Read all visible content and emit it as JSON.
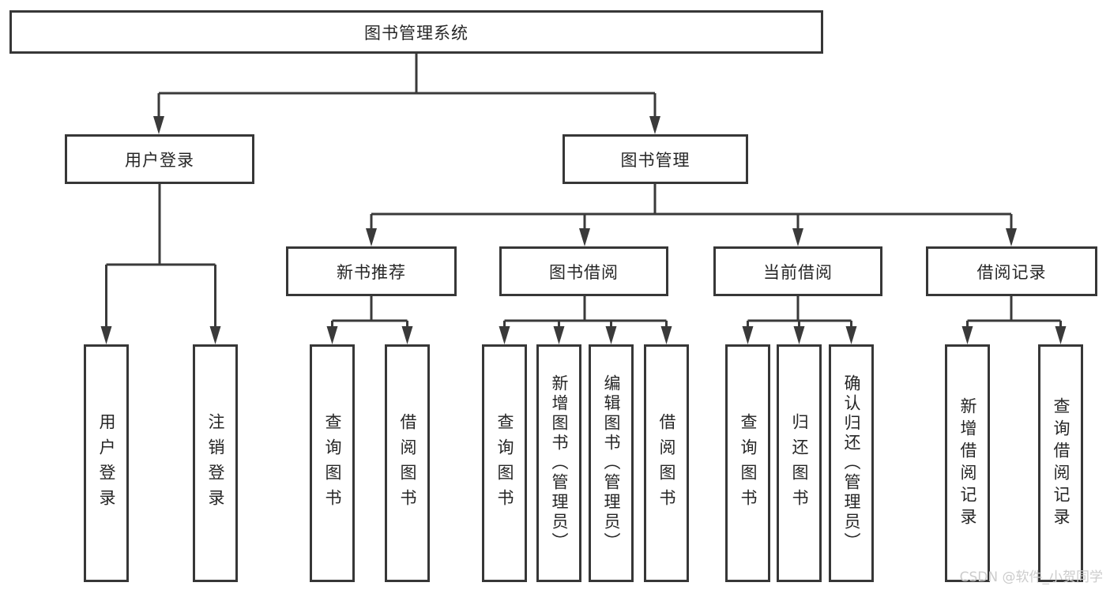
{
  "colors": {
    "background": "#ffffff",
    "line": "#3a3a3a",
    "box_border": "#373737",
    "text": "#262626",
    "watermark": "#cccccc"
  },
  "diagram": {
    "type": "hierarchy-tree",
    "root": {
      "label": "图书管理系统"
    },
    "branches": [
      {
        "label": "用户登录",
        "children": [
          {
            "label": "用户登录"
          },
          {
            "label": "注销登录"
          }
        ]
      },
      {
        "label": "图书管理",
        "children": [
          {
            "label": "新书推荐",
            "children": [
              {
                "label": "查询图书"
              },
              {
                "label": "借阅图书"
              }
            ]
          },
          {
            "label": "图书借阅",
            "children": [
              {
                "label": "查询图书"
              },
              {
                "label": "新增图书（管理员）"
              },
              {
                "label": "编辑图书（管理员）"
              },
              {
                "label": "借阅图书"
              }
            ]
          },
          {
            "label": "当前借阅",
            "children": [
              {
                "label": "查询图书"
              },
              {
                "label": "归还图书"
              },
              {
                "label": "确认归还（管理员）"
              }
            ]
          },
          {
            "label": "借阅记录",
            "children": [
              {
                "label": "新增借阅记录"
              },
              {
                "label": "查询借阅记录"
              }
            ]
          }
        ]
      }
    ]
  },
  "watermark": {
    "text": "CSDN @软件_小贺同学"
  }
}
